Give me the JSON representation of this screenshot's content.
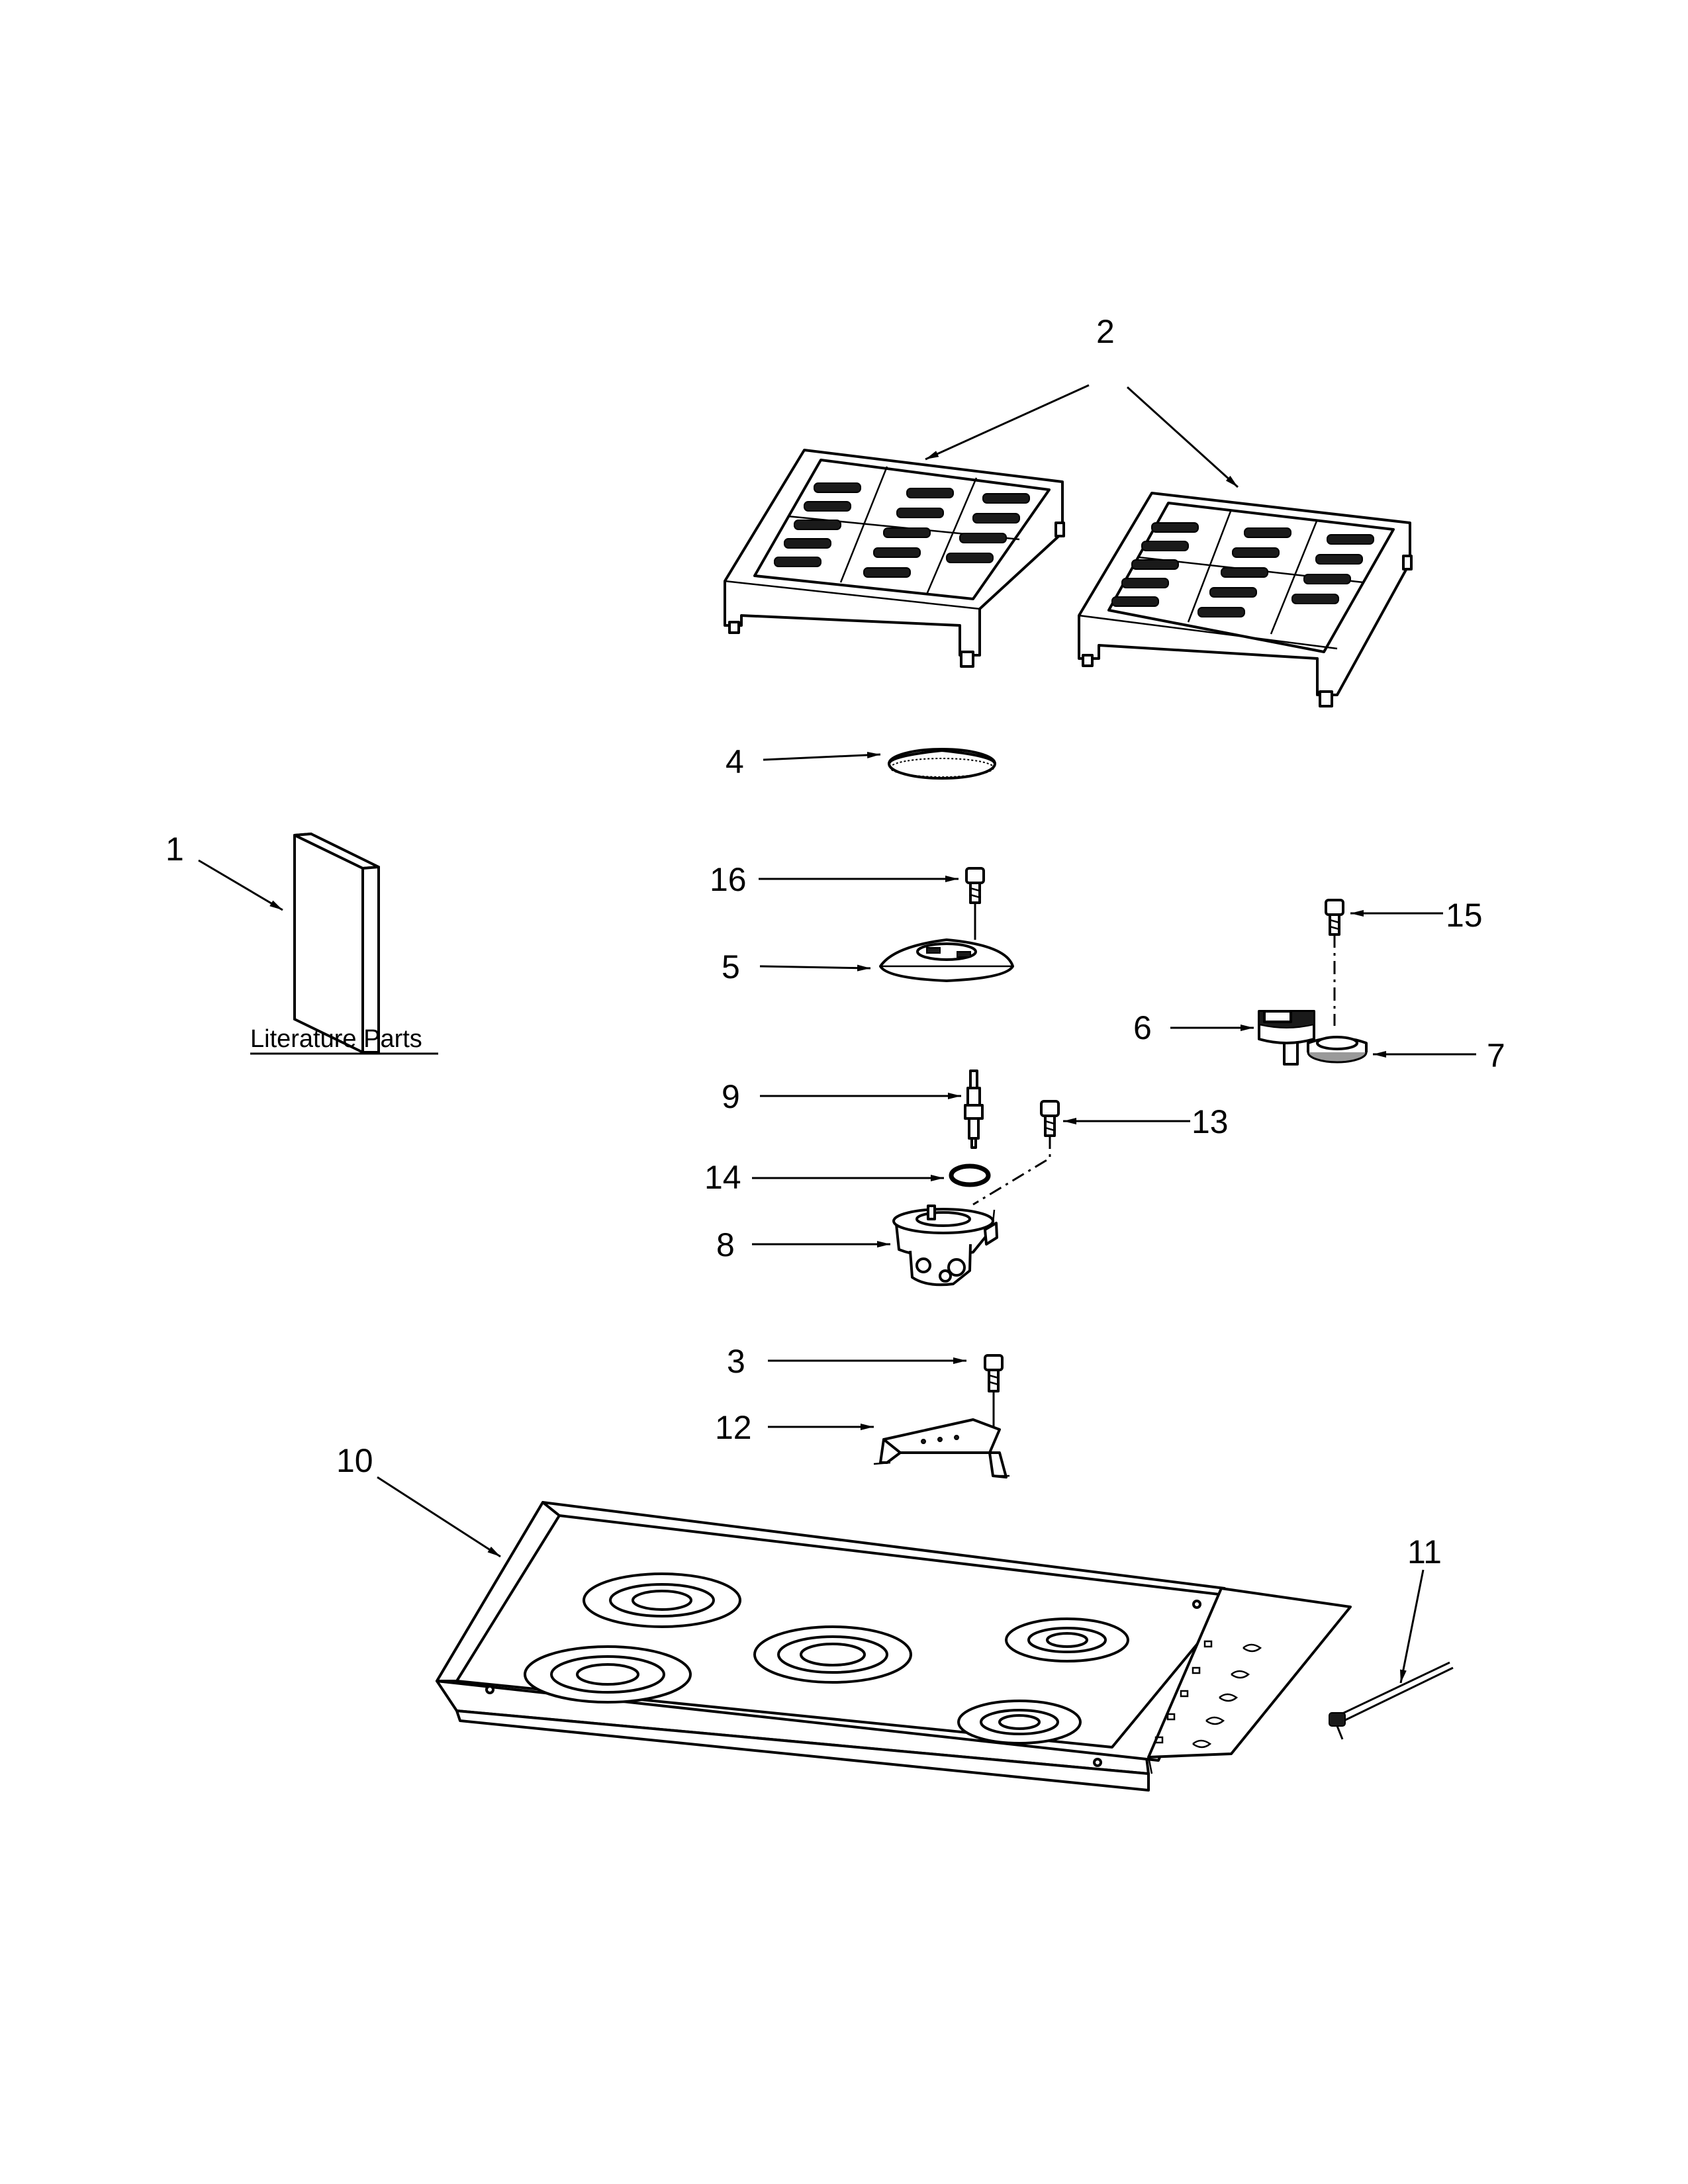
{
  "callouts": {
    "c1": "1",
    "c2": "2",
    "c3": "3",
    "c4": "4",
    "c5": "5",
    "c6": "6",
    "c7": "7",
    "c8": "8",
    "c9": "9",
    "c10": "10",
    "c11": "11",
    "c12": "12",
    "c13": "13",
    "c14": "14",
    "c15": "15",
    "c16": "16"
  },
  "literature_label": "Literature Parts"
}
